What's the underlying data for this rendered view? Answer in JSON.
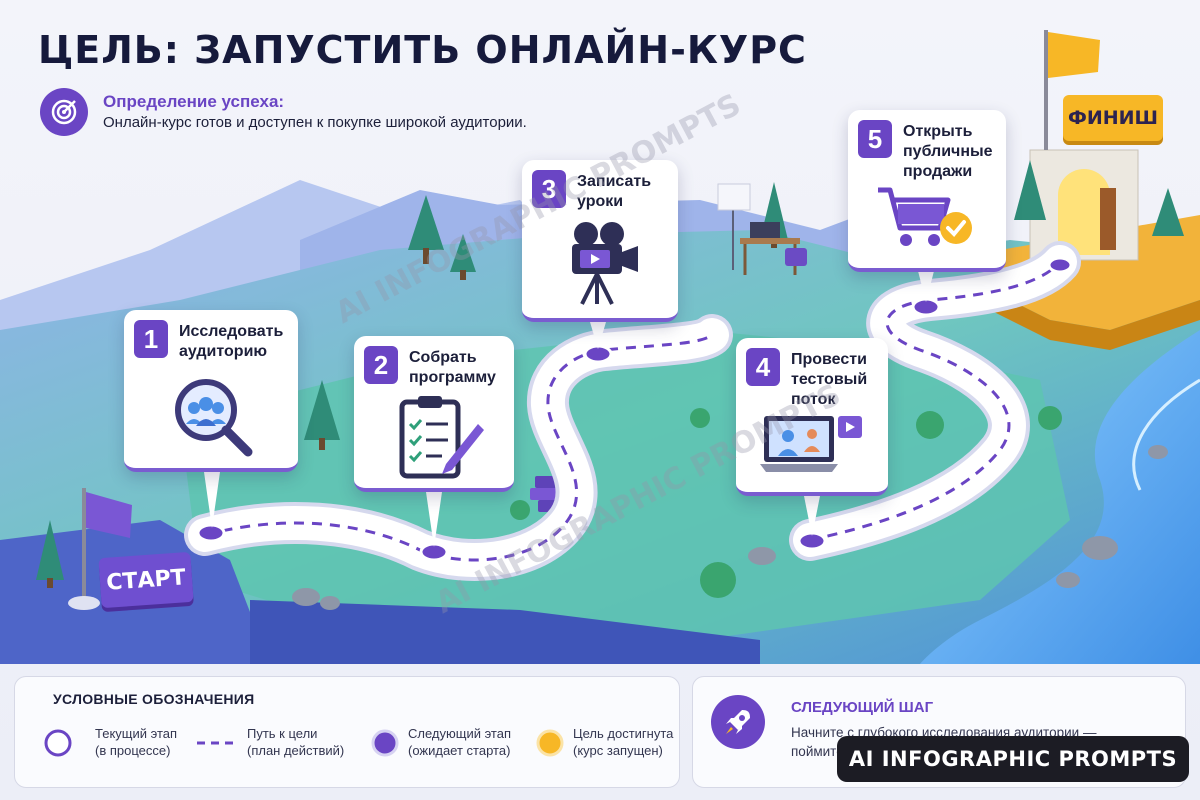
{
  "header": {
    "title": "ЦЕЛЬ: ЗАПУСТИТЬ ОНЛАЙН-КУРС",
    "success_label": "Определение успеха:",
    "success_text": "Онлайн-курс готов и доступен к покупке широкой аудитории."
  },
  "steps": [
    {
      "num": "1",
      "line1": "Исследовать",
      "line2": "аудиторию",
      "line3": "",
      "icon": "audience-search-icon"
    },
    {
      "num": "2",
      "line1": "Собрать",
      "line2": "программу",
      "line3": "",
      "icon": "clipboard-checklist-icon"
    },
    {
      "num": "3",
      "line1": "Записать",
      "line2": "уроки",
      "line3": "",
      "icon": "video-camera-icon"
    },
    {
      "num": "4",
      "line1": "Провести",
      "line2": "тестовый",
      "line3": "поток",
      "icon": "laptop-video-icon"
    },
    {
      "num": "5",
      "line1": "Открыть",
      "line2": "публичные",
      "line3": "продажи",
      "icon": "shopping-cart-check-icon"
    }
  ],
  "map": {
    "start_label": "СТАРТ",
    "finish_label": "ФИНИШ"
  },
  "legend": {
    "title": "УСЛОВНЫЕ ОБОЗНАЧЕНИЯ",
    "items": [
      {
        "line1": "Текущий этап",
        "line2": "(в процессе)",
        "symbol": "outline-circle"
      },
      {
        "line1": "Путь к цели",
        "line2": "(план действий)",
        "symbol": "dashed-line"
      },
      {
        "line1": "Следующий этап",
        "line2": "(ожидает старта)",
        "symbol": "filled-purple-circle"
      },
      {
        "line1": "Цель достигнута",
        "line2": "(курс запущен)",
        "symbol": "gold-circle"
      }
    ]
  },
  "next_step": {
    "title": "СЛЕДУЮЩИЙ ШАГ",
    "text": "Начните с глубокого исследования аудитории — поймите п"
  },
  "watermark": "AI INFOGRAPHIC PROMPTS",
  "badge": "AI INFOGRAPHIC PROMPTS",
  "colors": {
    "accent": "#6a45c4",
    "gold": "#f7b726",
    "ground_teal": "#5cc3b5",
    "ground_blue": "#4b63c9",
    "water": "#5aa7f0"
  }
}
